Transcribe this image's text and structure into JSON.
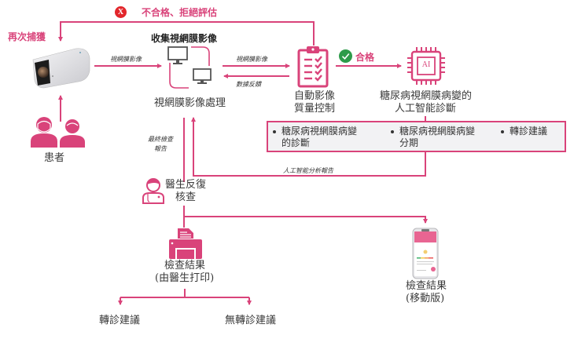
{
  "colors": {
    "accent": "#d9437a",
    "reject": "#e2262b",
    "pass": "#2e9b4a",
    "box_bg": "#f2f2f4",
    "text": "#333333"
  },
  "reject": {
    "icon": "x-circle-icon",
    "icon_text": "X",
    "label": "不合格、拒絕評估"
  },
  "recapture_label": "再次捕獲",
  "camera": {
    "icon": "retinal-camera-icon"
  },
  "patients": {
    "icon": "patients-icon",
    "label": "患者"
  },
  "collect_title": "收集視網膜影像",
  "edge_camera_to_processing": "視網膜影像",
  "processing": {
    "icon": "computers-icon",
    "label": "視網膜影像處理"
  },
  "edge_processing_to_qc": "視網膜影像",
  "edge_qc_to_processing": "數據反饋",
  "qc": {
    "icon": "clipboard-checklist-icon",
    "label_line1": "自動影像",
    "label_line2": "質量控制"
  },
  "pass": {
    "icon": "check-circle-icon",
    "label": "合格"
  },
  "ai": {
    "icon": "ai-chip-icon",
    "chip_text": "AI",
    "label_line1": "糖尿病視網膜病變的",
    "label_line2": "人工智能診斷"
  },
  "ai_outputs": [
    {
      "line1": "糖尿病視網膜病變",
      "line2": "的診斷"
    },
    {
      "line1": "糖尿病視網膜病變",
      "line2": "分期"
    },
    {
      "line1": "轉診建議",
      "line2": ""
    }
  ],
  "edge_ai_report": "人工智能分析報告",
  "edge_final_report_line1": "最終檢查",
  "edge_final_report_line2": "報告",
  "doctor": {
    "icon": "doctor-icon",
    "label_line1": "醫生反復",
    "label_line2": "核查"
  },
  "print_result": {
    "icon": "printer-icon",
    "label_line1": "檢查結果",
    "label_line2": "(由醫生打印)"
  },
  "mobile_result": {
    "icon": "smartphone-icon",
    "label_line1": "檢查結果",
    "label_line2": "(移動版)"
  },
  "outcomes": [
    {
      "label": "轉診建議"
    },
    {
      "label": "無轉診建議"
    }
  ]
}
